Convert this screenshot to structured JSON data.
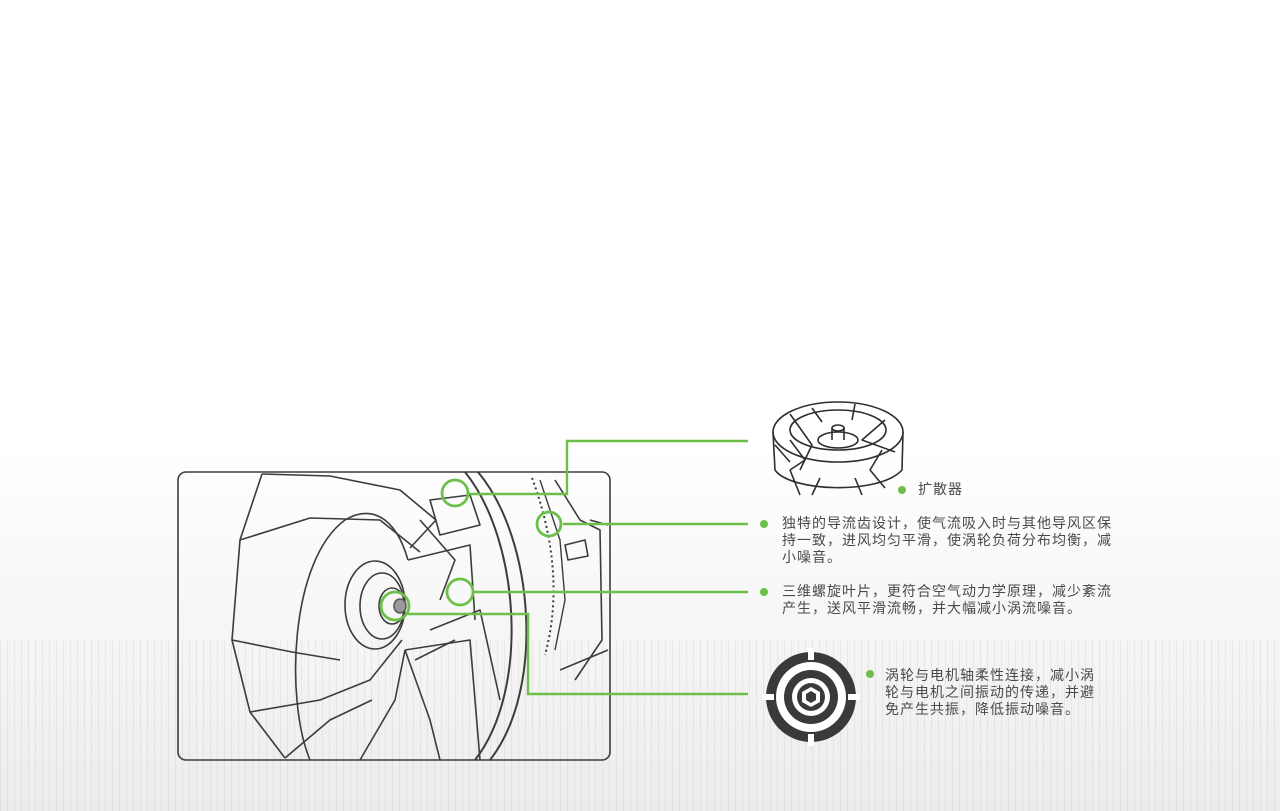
{
  "colors": {
    "accent": "#6cc04a",
    "line_art": "#3c3c3c",
    "text": "#4a4a4a"
  },
  "labels": {
    "diffuser": "扩散器",
    "guide_teeth": "独特的导流齿设计，使气流吸入时与其他导风区保持一致，进风均匀平滑，使涡轮负荷分布均衡，减小噪音。",
    "blades": "三维螺旋叶片，更符合空气动力学原理，减少紊流产生，送风平滑流畅，并大幅减小涡流噪音。",
    "flexible_coupling": "涡轮与电机轴柔性连接，减小涡轮与电机之间振动的传递，并避免产生共振，降低振动噪音。"
  },
  "icons": {
    "diffuser": "diffuser-fan-icon",
    "coupling": "shaft-coupling-icon"
  }
}
